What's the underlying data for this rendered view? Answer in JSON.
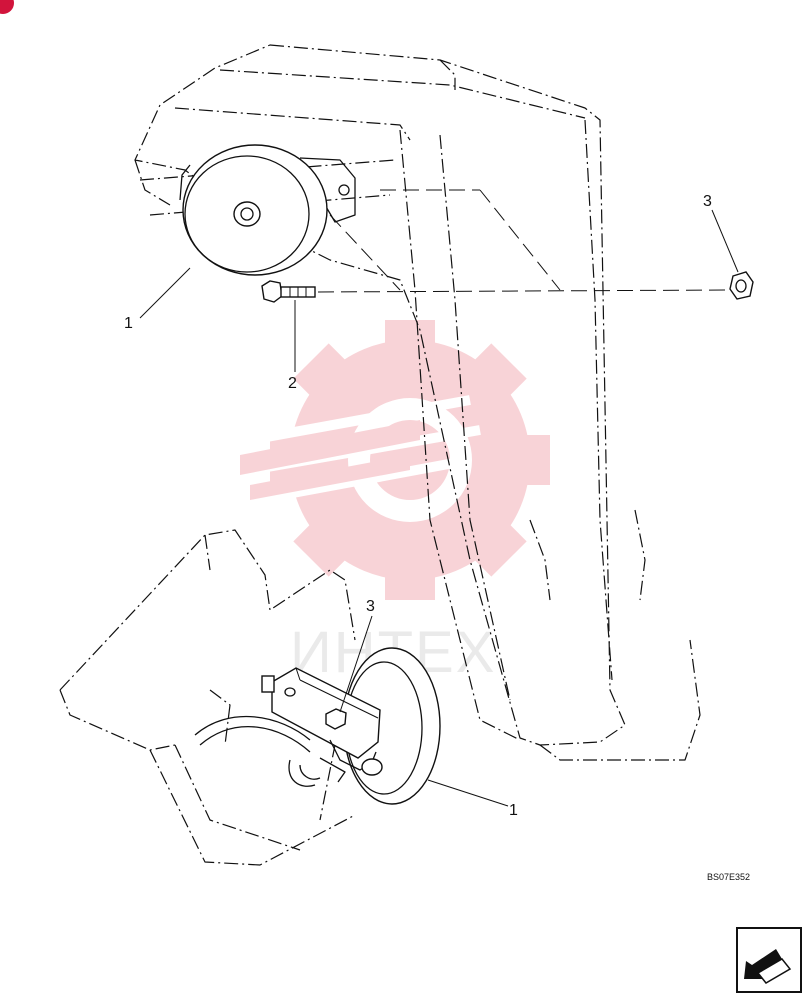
{
  "labels": {
    "part_1_upper": "1",
    "part_2": "2",
    "part_3_upper": "3",
    "part_3_lower": "3",
    "part_1_lower": "1"
  },
  "figure_code": "BS07E352",
  "watermark": {
    "text": "ИНТЕХ",
    "color": "#f8cfd3"
  },
  "icons": {
    "corner": "red-dot-icon",
    "nav": "next-page-arrow-icon"
  },
  "colors": {
    "line": "#111111",
    "accent": "#d2143c",
    "background": "#ffffff"
  }
}
